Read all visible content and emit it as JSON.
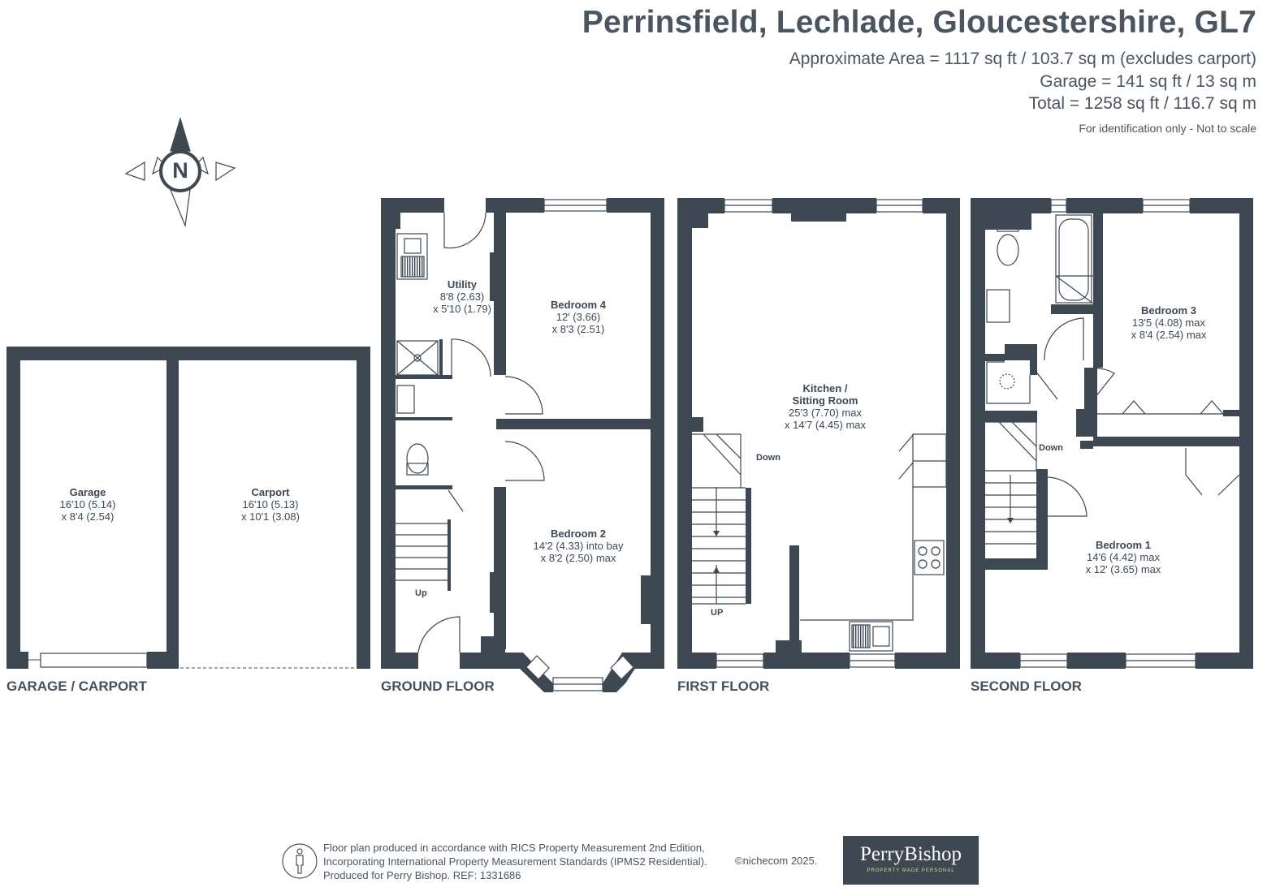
{
  "header": {
    "title": "Perrinsfield, Lechlade, Gloucestershire, GL7",
    "area_line_1": "Approximate Area = 1117 sq ft / 103.7 sq m (excludes carport)",
    "area_line_2": "Garage = 141 sq ft / 13 sq m",
    "area_line_3": "Total = 1258 sq ft / 116.7 sq m",
    "note": "For identification only - Not to scale"
  },
  "compass": {
    "letter": "N"
  },
  "floors": {
    "garage": "GARAGE / CARPORT",
    "ground": "GROUND FLOOR",
    "first": "FIRST FLOOR",
    "second": "SECOND FLOOR"
  },
  "rooms": {
    "garage": {
      "name": "Garage",
      "dim1": "16'10 (5.14)",
      "dim2": "x 8'4 (2.54)"
    },
    "carport": {
      "name": "Carport",
      "dim1": "16'10 (5.13)",
      "dim2": "x 10'1 (3.08)"
    },
    "utility": {
      "name": "Utility",
      "dim1": "8'8 (2.63)",
      "dim2": "x 5'10 (1.79)"
    },
    "bedroom4": {
      "name": "Bedroom 4",
      "dim1": "12' (3.66)",
      "dim2": "x 8'3 (2.51)"
    },
    "bedroom2": {
      "name": "Bedroom 2",
      "dim1": "14'2 (4.33) into bay",
      "dim2": "x 8'2 (2.50) max"
    },
    "kitchen": {
      "name_1": "Kitchen /",
      "name_2": "Sitting Room",
      "dim1": "25'3 (7.70) max",
      "dim2": "x 14'7 (4.45) max"
    },
    "bedroom3": {
      "name": "Bedroom 3",
      "dim1": "13'5 (4.08) max",
      "dim2": "x 8'4 (2.54) max"
    },
    "bedroom1": {
      "name": "Bedroom 1",
      "dim1": "14'6 (4.42) max",
      "dim2": "x 12' (3.65) max"
    }
  },
  "stairs": {
    "ground_up": "Up",
    "first_down": "Down",
    "first_up": "UP",
    "second_down": "Down"
  },
  "footer": {
    "line_1": "Floor plan produced in accordance with RICS Property Measurement 2nd Edition,",
    "line_2": "Incorporating International Property Measurement Standards (IPMS2 Residential).",
    "line_3": "Produced for Perry Bishop.   REF: 1331686",
    "credit": "©nichecom 2025."
  },
  "logo": {
    "name": "PerryBishop",
    "tagline": "PROPERTY MADE PERSONAL"
  },
  "colors": {
    "wall": "#3d4852",
    "text": "#3d4852",
    "logo_bg": "#3d4852",
    "logo_tagline": "#e5cf9c"
  }
}
